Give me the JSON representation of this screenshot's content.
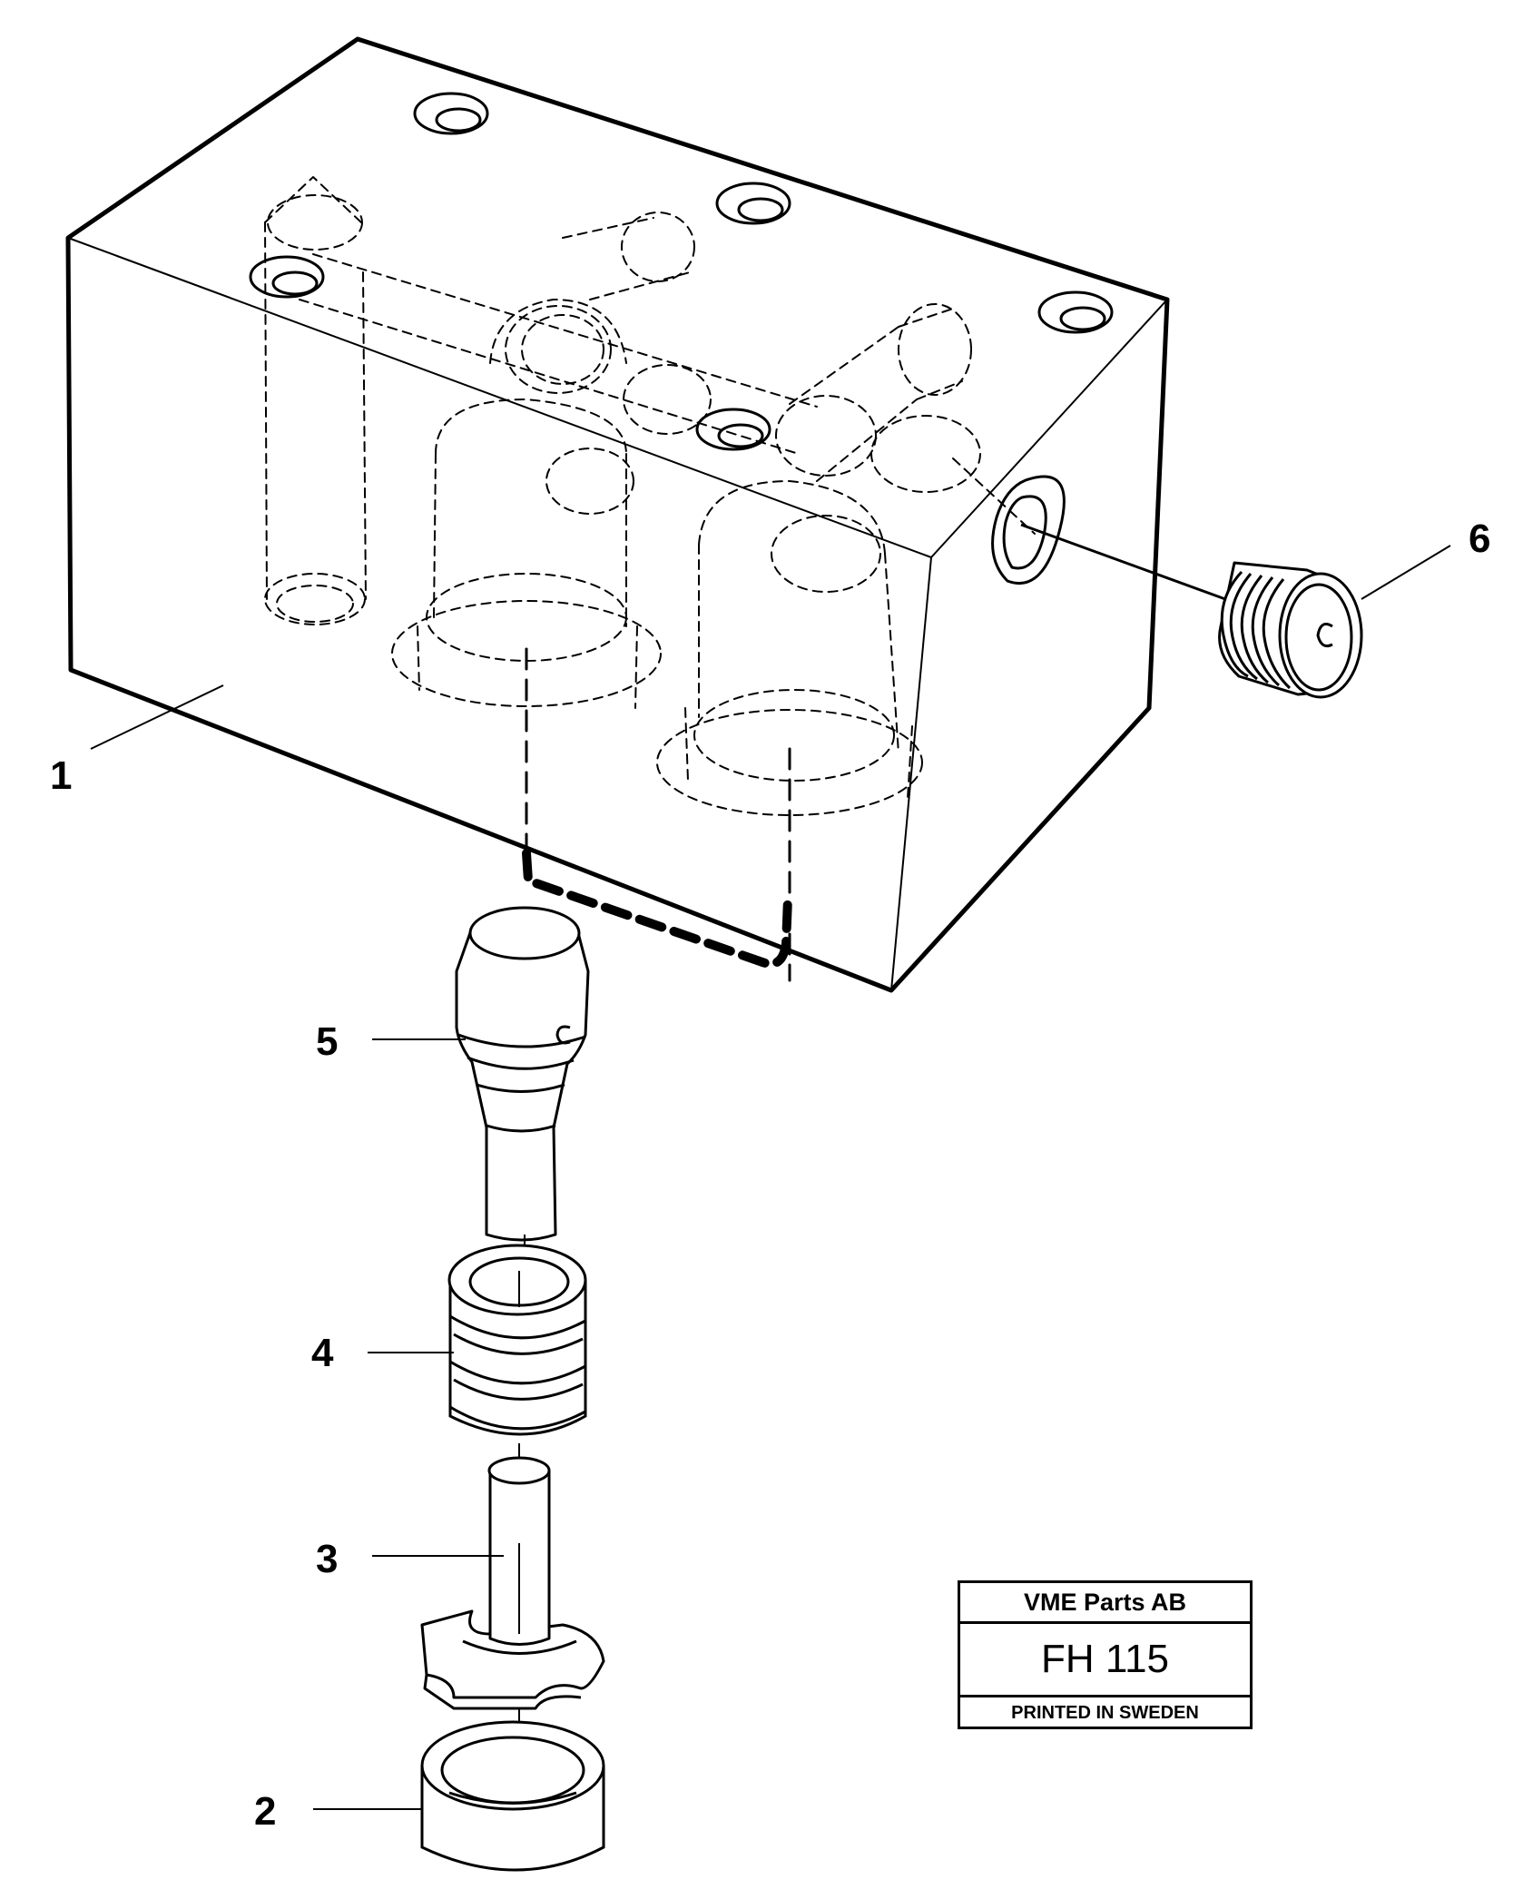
{
  "callouts": {
    "p1": "1",
    "p2": "2",
    "p3": "3",
    "p4": "4",
    "p5": "5",
    "p6": "6"
  },
  "stamp": {
    "company": "VME Parts AB",
    "code": "FH 115",
    "printed": "PRINTED IN SWEDEN"
  }
}
